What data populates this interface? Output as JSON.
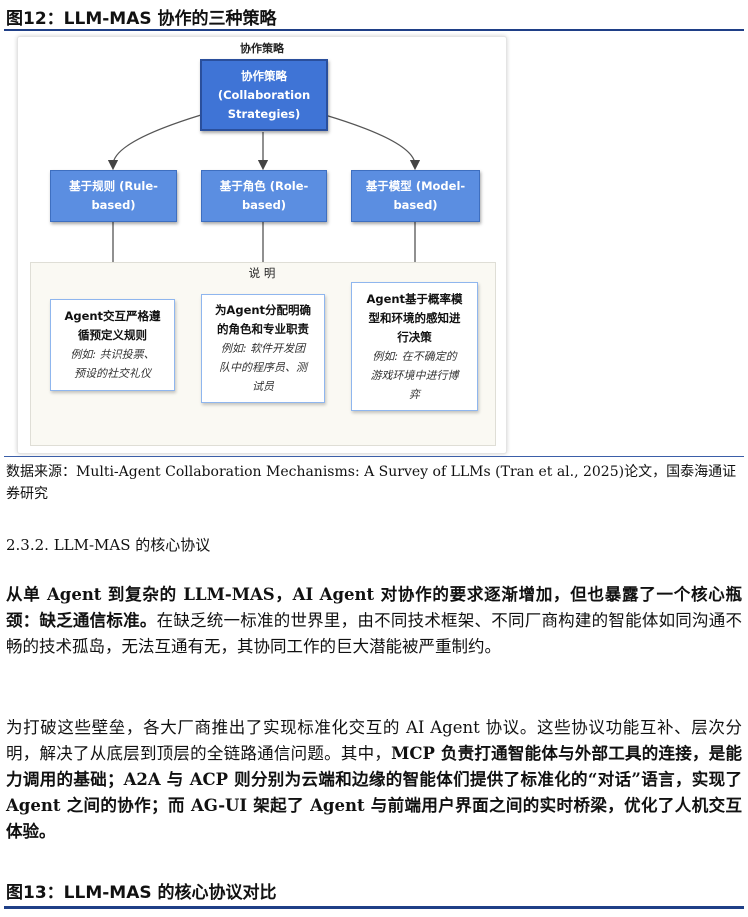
{
  "figure12": {
    "title": "图12：LLM-MAS 协作的三种策略",
    "diagram": {
      "header": "协作策略",
      "root": {
        "line1": "协作策略",
        "line2": "(Collaboration",
        "line3": "Strategies)"
      },
      "strategies": [
        {
          "line1": "基于规则 (Rule-",
          "line2": "based)"
        },
        {
          "line1": "基于角色 (Role-",
          "line2": "based)"
        },
        {
          "line1": "基于模型 (Model-",
          "line2": "based)"
        }
      ],
      "explanation_label": "说 明",
      "cards": [
        {
          "title": [
            "Agent交互严格遵",
            "循预定义规则"
          ],
          "example": [
            "例如: 共识投票、",
            "预设的社交礼仪"
          ]
        },
        {
          "title": [
            "为Agent分配明确",
            "的角色和专业职责"
          ],
          "example": [
            "例如: 软件开发团",
            "队中的程序员、测",
            "试员"
          ]
        },
        {
          "title": [
            "Agent基于概率模",
            "型和环境的感知进",
            "行决策"
          ],
          "example": [
            "例如: 在不确定的",
            "游戏环境中进行博",
            "弈"
          ]
        }
      ]
    },
    "source": "数据来源：Multi-Agent Collaboration Mechanisms: A Survey of LLMs (Tran et al., 2025)论文，国泰海通证券研究"
  },
  "section": {
    "heading": "2.3.2. LLM-MAS 的核心协议"
  },
  "paragraph1": {
    "bold": "从单 Agent 到复杂的 LLM-MAS，AI Agent 对协作的要求逐渐增加，但也暴露了一个核心瓶颈：缺乏通信标准。",
    "normal": "在缺乏统一标准的世界里，由不同技术框架、不同厂商构建的智能体如同沟通不畅的技术孤岛，无法互通有无，其协同工作的巨大潜能被严重制约。"
  },
  "paragraph2": {
    "normal": "为打破这些壁垒，各大厂商推出了实现标准化交互的 AI Agent 协议。这些协议功能互补、层次分明，解决了从底层到顶层的全链路通信问题。其中，",
    "bold": "MCP 负责打通智能体与外部工具的连接，是能力调用的基础；A2A 与 ACP 则分别为云端和边缘的智能体们提供了标准化的“对话”语言，实现了 Agent 之间的协作；而 AG-UI 架起了 Agent 与前端用户界面之间的实时桥梁，优化了人机交互体验。"
  },
  "figure13": {
    "title": "图13：LLM-MAS 的核心协议对比"
  },
  "colors": {
    "rule": "#1f3f87",
    "box": "#5b8ee1",
    "root": "#3f74d6",
    "card_border": "#8fb6ee"
  }
}
